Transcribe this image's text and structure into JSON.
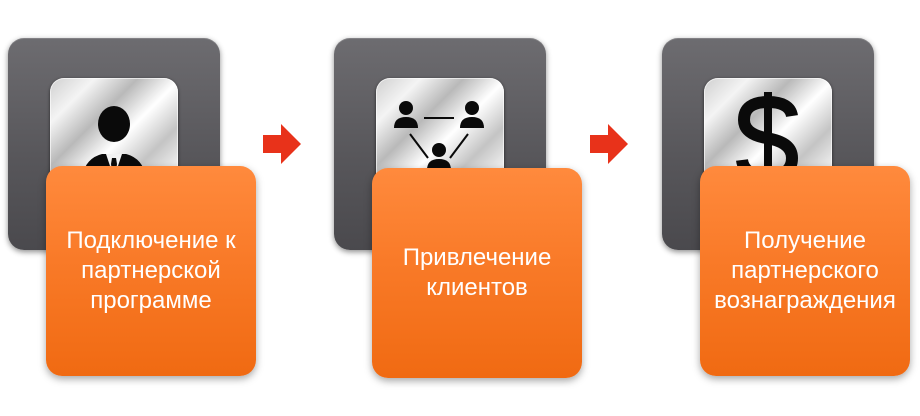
{
  "steps": [
    {
      "label": "Подключение к\nпартнерской\nпрограмме",
      "icon": "businessman-icon"
    },
    {
      "label": "Привлечение\nклиентов",
      "icon": "people-network-icon"
    },
    {
      "label": "Получение\nпартнерского\nвознаграждения",
      "icon": "dollar-icon"
    }
  ],
  "arrows": [
    "arrow-right-icon",
    "arrow-right-icon"
  ],
  "colors": {
    "orange": "#f97a28",
    "arrow": "#e8321a",
    "gray_tile": "#58575b",
    "icon": "#0a0a0a"
  }
}
